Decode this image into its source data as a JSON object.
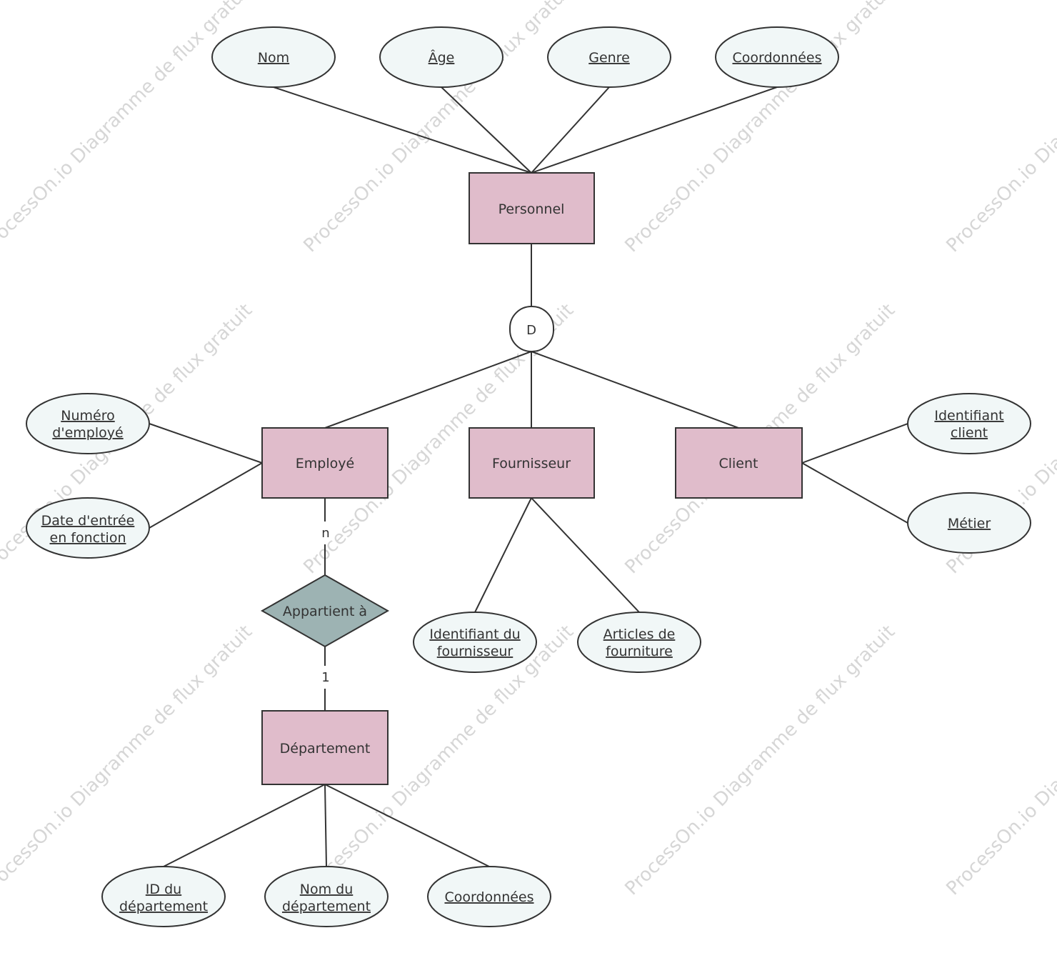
{
  "watermark": "ProcessOn.io Diagramme de flux gratuit",
  "colors": {
    "entity_fill": "#e0bccb",
    "attribute_fill": "#f1f7f7",
    "relation_fill": "#9db3b3",
    "stroke": "#333333"
  },
  "entities": {
    "personnel": "Personnel",
    "employe": "Employé",
    "fournisseur": "Fournisseur",
    "client": "Client",
    "departement": "Département"
  },
  "disjoint": {
    "label": "D"
  },
  "relationship": {
    "label": "Appartient à",
    "cardinality_top": "n",
    "cardinality_bottom": "1"
  },
  "attributes": {
    "personnel": {
      "nom": [
        "Nom"
      ],
      "age": [
        "Âge"
      ],
      "genre": [
        "Genre"
      ],
      "coordonnees": [
        "Coordonnées"
      ]
    },
    "employe": {
      "numero": [
        "Numéro",
        "d'employé"
      ],
      "date": [
        "Date d'entrée",
        "en fonction"
      ]
    },
    "fournisseur": {
      "identifiant": [
        "Identifiant du",
        "fournisseur"
      ],
      "articles": [
        "Articles de",
        "fourniture"
      ]
    },
    "client": {
      "identifiant": [
        "Identifiant",
        "client"
      ],
      "metier": [
        "Métier"
      ]
    },
    "departement": {
      "id": [
        "ID du",
        "département"
      ],
      "nom": [
        "Nom du",
        "département"
      ],
      "coordonnees": [
        "Coordonnées"
      ]
    }
  }
}
